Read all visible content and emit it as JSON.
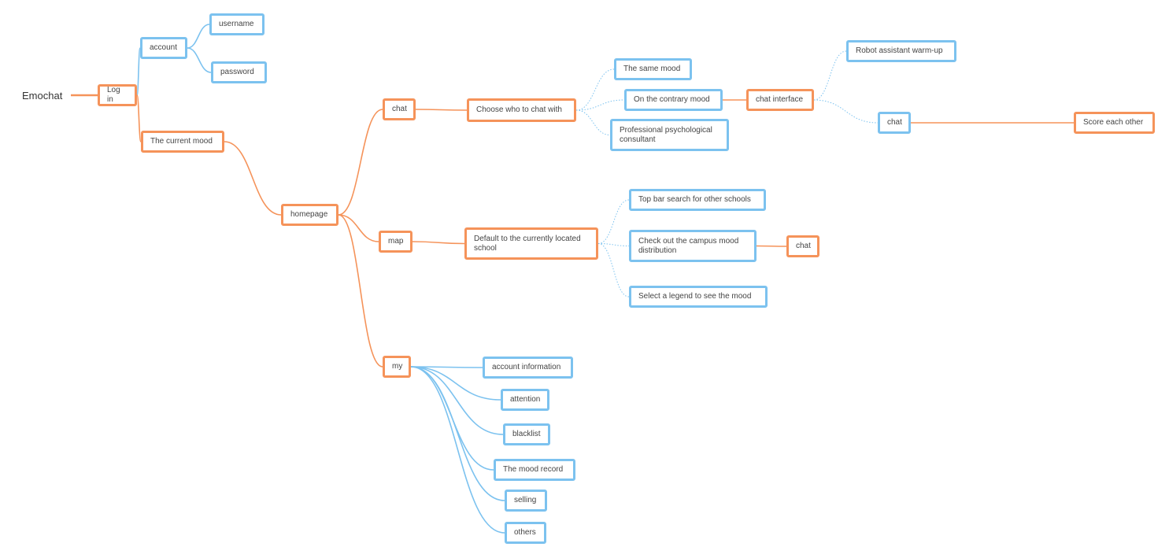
{
  "colors": {
    "orange": "#f5935a",
    "blue": "#7cc2ef"
  },
  "root": "Emochat",
  "login": "Log in",
  "account": {
    "label": "account",
    "username": "username",
    "password": "password"
  },
  "current_mood": "The current mood",
  "homepage": "homepage",
  "chat": {
    "label": "chat",
    "choose": "Choose who to chat with",
    "same_mood": "The same mood",
    "contrary_mood": "On the contrary mood",
    "consultant": "Professional psychological consultant",
    "chat_interface": "chat interface",
    "robot": "Robot assistant warm-up",
    "chat_sub": "chat",
    "score": "Score each other"
  },
  "map": {
    "label": "map",
    "default_school": "Default to the currently located school",
    "top_bar": "Top bar search for other schools",
    "campus": "Check out the campus mood distribution",
    "chat_sub": "chat",
    "legend": "Select a legend to see the mood"
  },
  "my": {
    "label": "my",
    "account_info": "account information",
    "attention": "attention",
    "blacklist": "blacklist",
    "mood_record": "The mood record",
    "selling": "selling",
    "others": "others"
  }
}
